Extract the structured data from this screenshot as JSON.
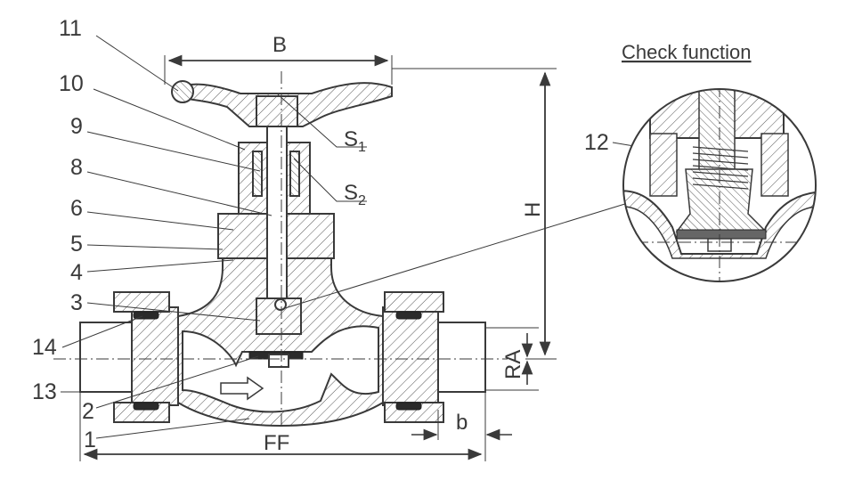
{
  "title": "Check function",
  "part_numbers": {
    "p11": "11",
    "p10": "10",
    "p9": "9",
    "p8": "8",
    "p6": "6",
    "p5": "5",
    "p4": "4",
    "p3": "3",
    "p14": "14",
    "p13": "13",
    "p2": "2",
    "p1": "1",
    "p12": "12"
  },
  "dimensions": {
    "B": "B",
    "H": "H",
    "RA": "RA",
    "FF": "FF",
    "b": "b",
    "S1_letter": "S",
    "S1_sub": "1",
    "S2_letter": "S",
    "S2_sub": "2"
  },
  "flow_arrow": "right-arrow-icon"
}
